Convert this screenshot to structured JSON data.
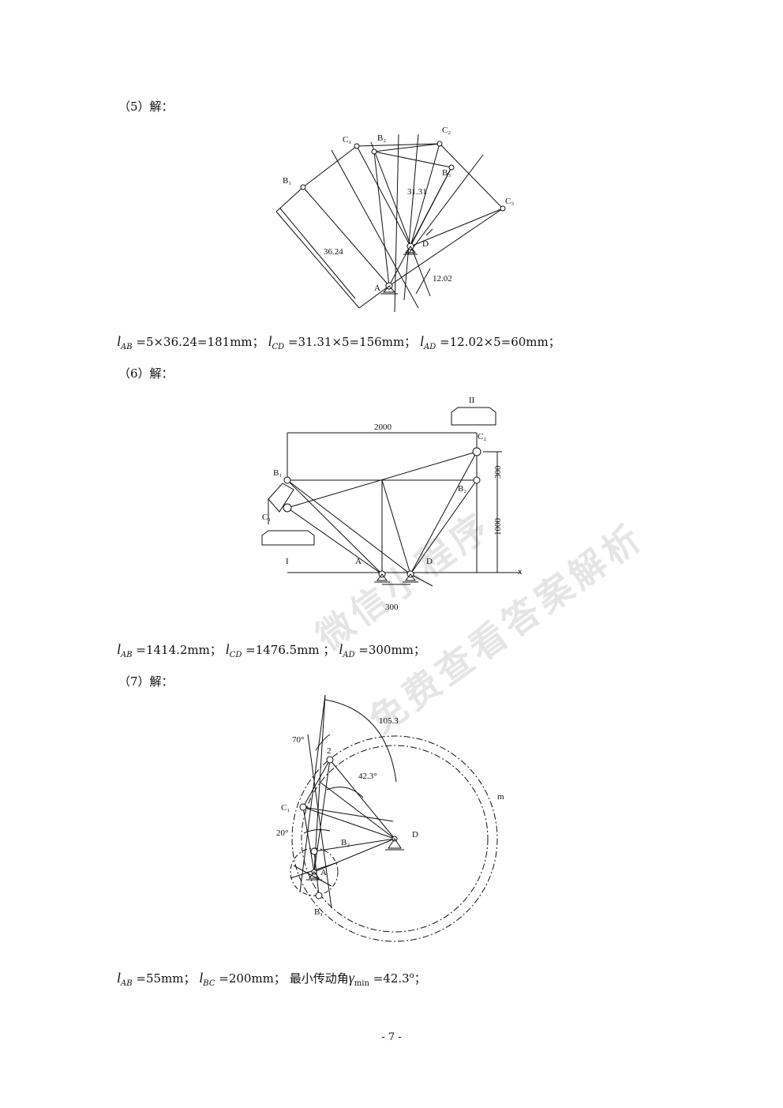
{
  "sections": {
    "s5": {
      "heading": "（5）解："
    },
    "s6": {
      "heading": "（6）解："
    },
    "s7": {
      "heading": "（7）解："
    }
  },
  "fig5": {
    "labels": {
      "C1": "C₁",
      "B2": "B₂",
      "C2": "C₂",
      "B3": "B₃",
      "C3": "C₃",
      "B1": "B₁",
      "D": "D",
      "A": "A",
      "d1": "31.31",
      "d2": "36.24",
      "d3": "12.02"
    }
  },
  "formula5": {
    "ab_var": "l",
    "ab_sub": "AB",
    "ab_val": "=5×36.24=181mm；",
    "cd_var": "l",
    "cd_sub": "CD",
    "cd_val": "=31.31×5=156mm；",
    "ad_var": "l",
    "ad_sub": "AD",
    "ad_val": "=12.02×5=60mm；"
  },
  "fig6": {
    "labels": {
      "II": "II",
      "dim2000": "2000",
      "C2": "C₂",
      "B1": "B₁",
      "dim300a": "300",
      "B2": "B₂",
      "C1": "C₁",
      "dim1000": "1000",
      "I": "I",
      "A": "A",
      "D": "D",
      "x": "x",
      "dim300b": "300"
    }
  },
  "formula6": {
    "ab_var": "l",
    "ab_sub": "AB",
    "ab_val": "=1414.2mm；",
    "cd_var": "l",
    "cd_sub": "CD",
    "cd_val": "=1476.5mm ；",
    "ad_var": "l",
    "ad_sub": "AD",
    "ad_val": "=300mm；"
  },
  "fig7": {
    "labels": {
      "a1053": "105.3",
      "a70": "70°",
      "n2": "2",
      "a423": "42.3°",
      "m": "m",
      "C1": "C₁",
      "a20": "20°",
      "B2": "B₂",
      "D": "D",
      "A": "A",
      "B1": "B₁"
    }
  },
  "formula7": {
    "ab_var": "l",
    "ab_sub": "AB",
    "ab_val": "=55mm；",
    "bc_var": "l",
    "bc_sub": "BC",
    "bc_val": "=200mm；",
    "text": "最小传动角",
    "gamma": "γ",
    "gamma_sub": "min",
    "gamma_val": "=42.3",
    "deg": "o",
    "end": "；"
  },
  "watermark": {
    "line1": "微信小程序",
    "line2": "免费查看答案解析"
  },
  "page": {
    "number": "- 7 -"
  }
}
